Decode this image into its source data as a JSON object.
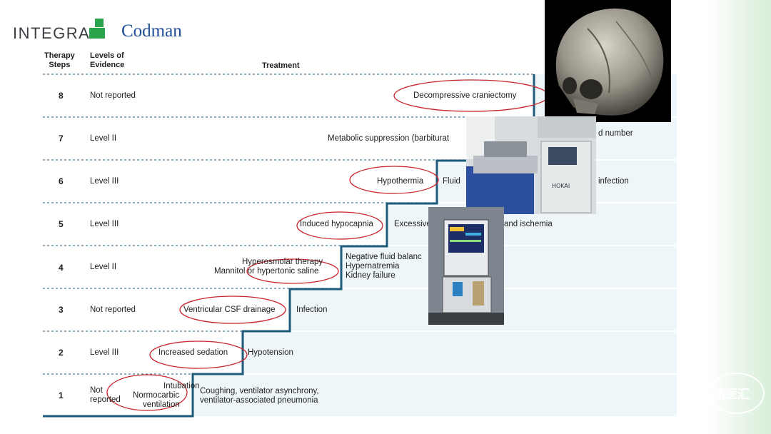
{
  "logo": {
    "integra": "INTEGRA",
    "codman": "Codman"
  },
  "headers": {
    "steps": "Therapy\nSteps",
    "evidence": "Levels of\nEvidence",
    "treatment": "Treatment"
  },
  "rows": [
    {
      "step": "8",
      "evidence": "Not reported",
      "treatment": "Decompressive craniectomy",
      "complication": ""
    },
    {
      "step": "7",
      "evidence": "Level II",
      "treatment": "Metabolic suppression (barbiturat",
      "complication": "d number"
    },
    {
      "step": "6",
      "evidence": "Level III",
      "treatment": "Hypothermia",
      "complication": "Fluid",
      "complication2": "infection"
    },
    {
      "step": "5",
      "evidence": "Level III",
      "treatment": "Induced hypocapnia",
      "complication": "Excessive",
      "complication2": "and ischemia"
    },
    {
      "step": "4",
      "evidence": "Level II",
      "treatment_line1": "Hyperosmolar therapy",
      "treatment_line2": "Mannitol or hypertonic saline",
      "complication_line1": "Negative fluid balanc",
      "complication_line2": "Hypernatremia",
      "complication_line3": "Kidney failure"
    },
    {
      "step": "3",
      "evidence": "Not reported",
      "treatment": "Ventricular CSF drainage",
      "complication": "Infection"
    },
    {
      "step": "2",
      "evidence": "Level III",
      "treatment": "Increased sedation",
      "complication": "Hypotension"
    },
    {
      "step": "1",
      "evidence_line1": "Not",
      "evidence_line2": "reported",
      "treatment_line1": "Intubation",
      "treatment_line2": "Normocarbic",
      "treatment_line3": "ventilation",
      "complication_line1": "Coughing, ventilator asynchrony,",
      "complication_line2": "ventilator-associated pneumonia"
    }
  ],
  "watermark": {
    "text": "脑医汇"
  },
  "colors": {
    "stair": "#1e5a7a",
    "oval": "#c8262e",
    "fill": "#eef6fa",
    "dotted": "#4a7d9a"
  }
}
